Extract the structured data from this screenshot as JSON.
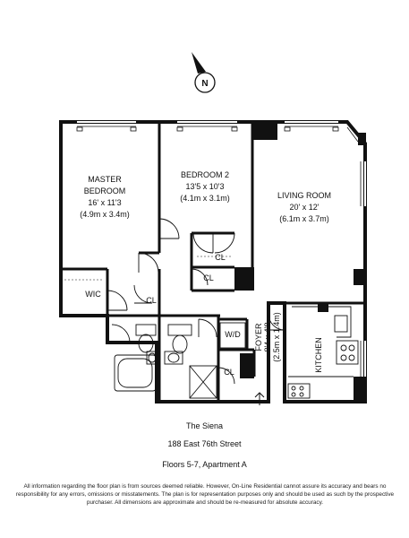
{
  "compass": {
    "letter": "N"
  },
  "rooms": {
    "master_bedroom": {
      "name1": "MASTER",
      "name2": "BEDROOM",
      "dim_ft": "16' x 11'3",
      "dim_m": "(4.9m x 3.4m)"
    },
    "bedroom2": {
      "name": "BEDROOM 2",
      "dim_ft": "13'5 x 10'3",
      "dim_m": "(4.1m x 3.1m)"
    },
    "living_room": {
      "name": "LIVING ROOM",
      "dim_ft": "20' x 12'",
      "dim_m": "(6.1m x 3.7m)"
    },
    "foyer": {
      "name": "FOYER",
      "dim_ft": "8'4 x 4'8",
      "dim_m": "(2.5m x 1.4m)"
    },
    "kitchen": {
      "name": "KITCHEN"
    },
    "wic": {
      "name": "WIC"
    },
    "wd": {
      "name": "W/D"
    },
    "closets": [
      "CL",
      "CL",
      "CL",
      "CL"
    ]
  },
  "building": {
    "name": "The Siena",
    "address": "188 East 76th Street",
    "unit": "Floors 5-7, Apartment A"
  },
  "disclaimer": "All information regarding the floor plan is from sources deemed reliable.  However, On-Line Residential cannot assure its accuracy and bears no responsibility for any errors, omissions or misstatements.  The plan is for representation purposes only and should be used as such by the prospective purchaser.  All dimensions are approximate and should be re-measured for absolute accuracy."
}
